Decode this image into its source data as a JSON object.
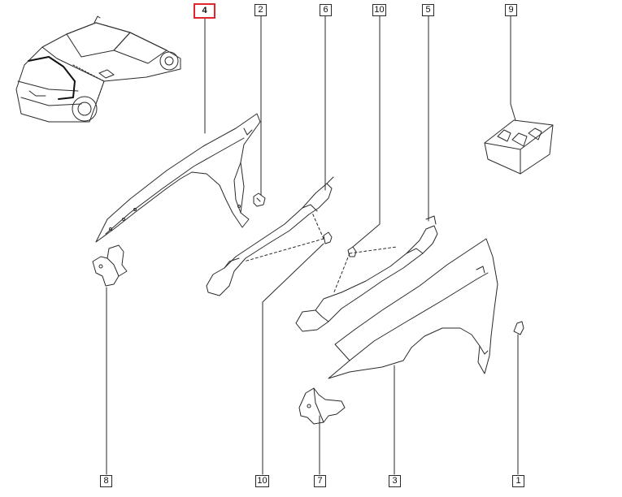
{
  "callouts": {
    "c4": "4",
    "c2": "2",
    "c6": "6",
    "c10_top": "10",
    "c5": "5",
    "c9": "9",
    "c8": "8",
    "c10_bottom": "10",
    "c7": "7",
    "c3": "3",
    "c1": "1"
  },
  "selected_callout": "4",
  "colors": {
    "selection": "#e0262c",
    "stroke": "#2a2a2a",
    "background": "#ffffff"
  }
}
